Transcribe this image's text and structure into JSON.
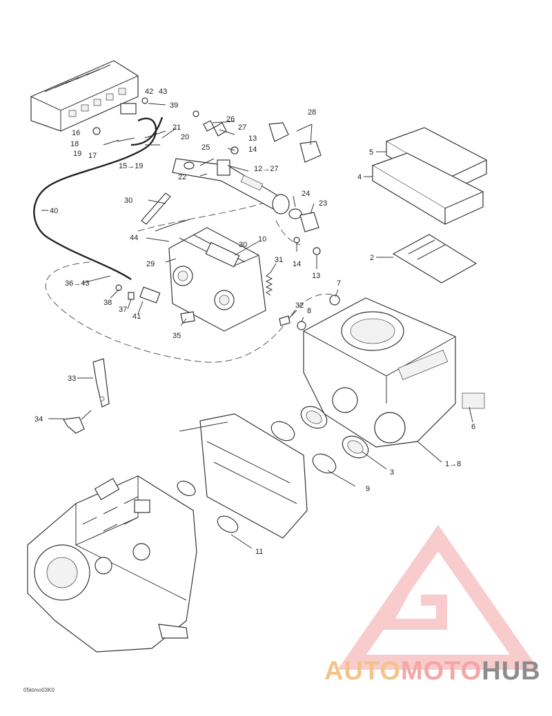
{
  "diagram_code": "05ktmo03K0",
  "watermark": {
    "brand_part1": "AUTO",
    "brand_part2": "MOTO",
    "brand_part3": "HUB"
  },
  "colors": {
    "watermark_red": "#f4a3a3",
    "watermark_orange": "#f2c48a",
    "watermark_gray": "#8c8c8c",
    "line": "#333333"
  },
  "callouts": {
    "c1": "1→8",
    "c2": "2",
    "c3": "3",
    "c4": "4",
    "c5": "5",
    "c6": "6",
    "c7": "7",
    "c8": "8",
    "c9": "9",
    "c10": "10",
    "c11": "11",
    "c12": "12→27",
    "c13a": "13",
    "c13b": "13",
    "c14a": "14",
    "c14b": "14",
    "c15": "15→19",
    "c16": "16",
    "c17": "17",
    "c18": "18",
    "c19": "19",
    "c20": "20",
    "c21": "21",
    "c22": "22",
    "c23": "23",
    "c24": "24",
    "c25": "25",
    "c26": "26",
    "c27": "27",
    "c28": "28",
    "c29": "29",
    "c30a": "30",
    "c30b": "30",
    "c31": "31",
    "c32": "32",
    "c33": "33",
    "c34": "34",
    "c35": "35",
    "c36": "36→43",
    "c37": "37",
    "c38": "38",
    "c39": "39",
    "c40": "40",
    "c41": "41",
    "c42": "42",
    "c43": "43",
    "c44": "44"
  }
}
